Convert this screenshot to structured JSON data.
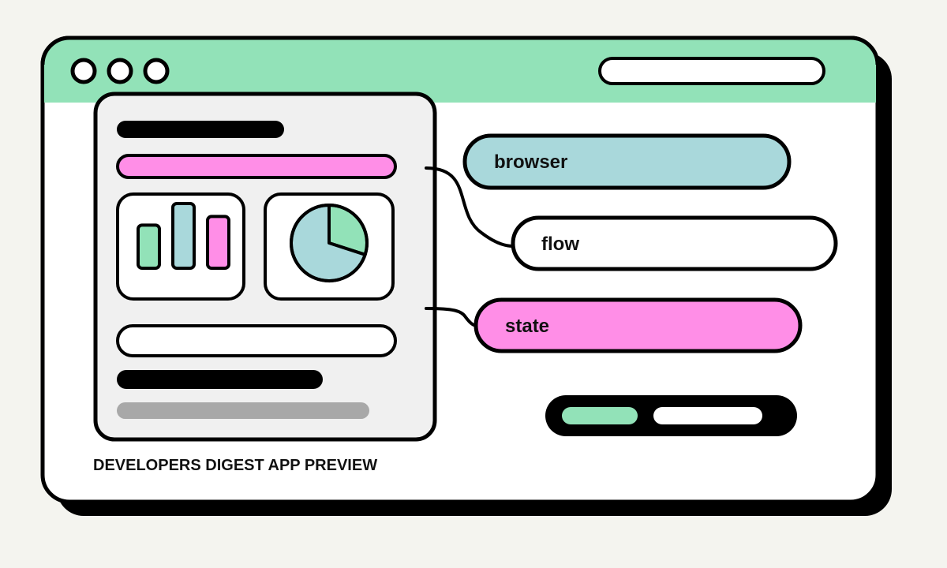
{
  "caption": "DEVELOPERS DIGEST APP PREVIEW",
  "tags": {
    "browser": "browser",
    "flow": "flow",
    "state": "state"
  },
  "mini_chart": {
    "type": "bar",
    "values": [
      2,
      3,
      2.4
    ]
  },
  "mini_pie": {
    "type": "pie",
    "values": [
      0.3,
      0.7
    ]
  },
  "colors": {
    "background": "#f4f4ef",
    "green": "#92e2b8",
    "teal": "#a9d8db",
    "pink": "#ff8ee7",
    "panel": "#f0f0f0",
    "ink": "#000000",
    "gray": "#a8a8a8",
    "white": "#ffffff"
  },
  "icons": {
    "window_controls": [
      "circle",
      "circle",
      "circle"
    ]
  }
}
